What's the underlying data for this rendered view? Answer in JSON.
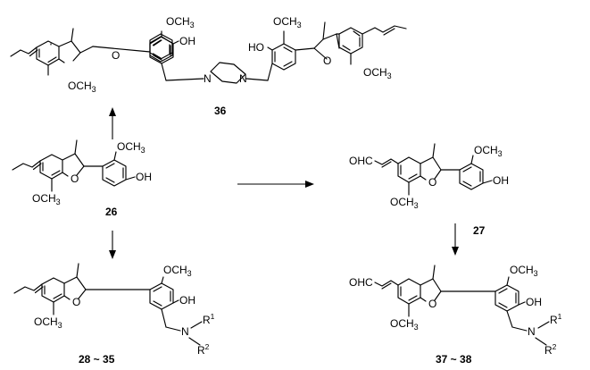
{
  "compounds": {
    "c36": "36",
    "c26": "26",
    "c27": "27",
    "c28_35": "28 ~ 35",
    "c37_38": "37 ~ 38"
  },
  "atoms": {
    "och3": "OCH3",
    "oh": "OH",
    "ho": "HO",
    "o": "O",
    "n": "N",
    "ohc": "OHC",
    "r": "R",
    "sup1": "1",
    "sup2": "2"
  }
}
